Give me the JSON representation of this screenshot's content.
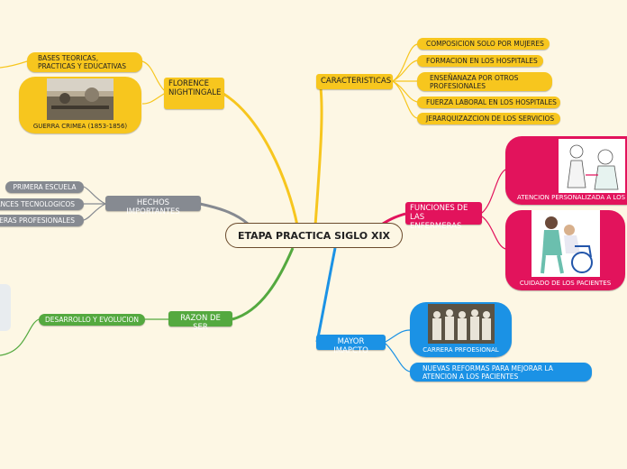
{
  "center": {
    "title": "ETAPA PRACTICA SIGLO XIX"
  },
  "florence": {
    "label": "FLORENCE NIGHTINGALE",
    "bases": "BASES TEORICAS, PRACTICAS Y EDUCATIVAS",
    "guerra_caption": "GUERRA CRIMEA (1853-1856)"
  },
  "hechos": {
    "label": "HECHOS IMPORTANTES",
    "items": [
      "PRIMERA ESCUELA",
      "AVANCES TECNOLOGICOS",
      "ENFERMERAS PROFESIONALES"
    ]
  },
  "razon": {
    "label": "RAZON DE SER",
    "items": [
      "DESARROLLO Y EVOLUCION"
    ]
  },
  "caracteristicas": {
    "label": "CARACTERISTICAS",
    "items": [
      "COMPOSICION SOLO POR MUJERES",
      "FORMACION EN LOS HOSPITALES",
      "ENSEÑANAZA POR OTROS PROFESIONALES",
      "FUERZA LABORAL EN LOS HOSPITALES",
      "JERARQUIZAZCION DE LOS SERVICIOS"
    ]
  },
  "funciones": {
    "label": "FUNCIONES DE LAS ENFERMERAS",
    "items": [
      "ATENCION PERSONALIZADA A LOS",
      "CUIDADO DE LOS PACIENTES"
    ]
  },
  "impacto": {
    "label": "MAYOR IMAPCTO",
    "items": [
      "CARRERA PRFOESIONAL",
      "NUEVAS REFORMAS PARA MEJORAR LA ATENCION A LOS PACIENTES"
    ]
  },
  "colors": {
    "background": "#fdf7e4",
    "yellow": "#f7c61e",
    "gray": "#868a91",
    "green": "#54a93f",
    "pink": "#e2135c",
    "blue": "#1b92e5",
    "center_border": "#6b4a2c"
  }
}
